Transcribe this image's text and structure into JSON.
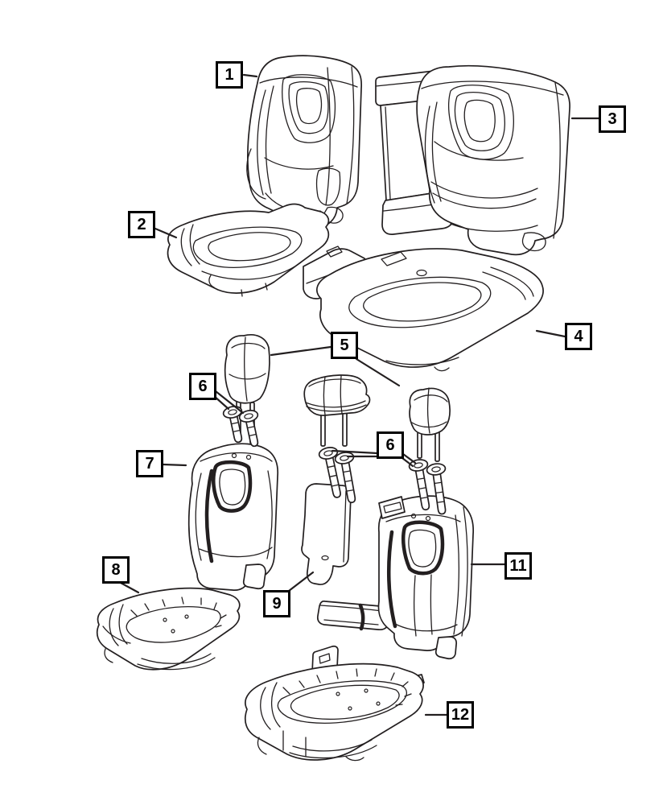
{
  "colors": {
    "background": "#ffffff",
    "line": "#231f20",
    "callout_border": "#000000",
    "callout_text": "#000000"
  },
  "callouts": [
    {
      "label": "1",
      "part": "seatback-cover-left"
    },
    {
      "label": "2",
      "part": "seat-cushion-cover-left"
    },
    {
      "label": "3",
      "part": "seatback-cover-right"
    },
    {
      "label": "4",
      "part": "seat-cushion-cover-right"
    },
    {
      "label": "5",
      "part": "headrest"
    },
    {
      "label": "6",
      "part": "headrest-guide-sleeves-left-pair"
    },
    {
      "label": "6",
      "part": "headrest-guide-sleeves-center-right-pairs"
    },
    {
      "label": "7",
      "part": "seatback-pad-left"
    },
    {
      "label": "8",
      "part": "seat-cushion-pad-left"
    },
    {
      "label": "9",
      "part": "armrest-panel"
    },
    {
      "label": "11",
      "part": "seatback-pad-right"
    },
    {
      "label": "12",
      "part": "seat-cushion-pad-right"
    }
  ]
}
